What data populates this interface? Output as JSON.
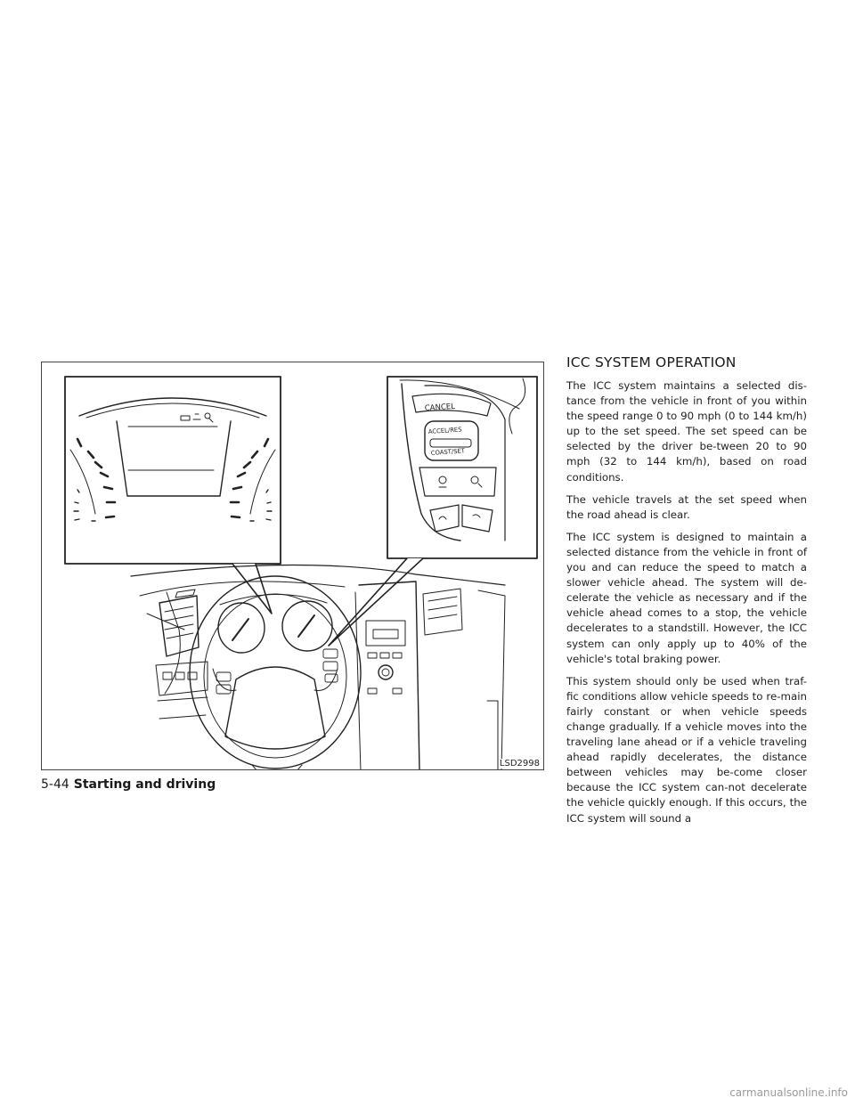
{
  "figure": {
    "code": "LSD2998",
    "buttons": {
      "cancel": "CANCEL",
      "accel_res": "ACCEL/RES",
      "coast_set": "COAST/SET"
    }
  },
  "section": {
    "title": "ICC SYSTEM OPERATION",
    "paragraphs": [
      "The ICC system maintains a selected dis-tance from the vehicle in front of you within the speed range 0 to 90 mph (0 to 144 km/h) up to the set speed. The set speed can be selected by the driver be-tween 20 to 90 mph (32 to 144 km/h), based on road conditions.",
      "The vehicle travels at the set speed when the road ahead is clear.",
      "The ICC system is designed to maintain a selected distance from the vehicle in front of you and can reduce the speed to match a slower vehicle ahead. The system will de-celerate the vehicle as necessary and if the vehicle ahead comes to a stop, the vehicle decelerates to a standstill. However, the ICC system can only apply up to 40% of the vehicle's total braking power.",
      "This system should only be used when traf-fic conditions allow vehicle speeds to re-main fairly constant or when vehicle speeds change gradually. If a vehicle moves into the traveling lane ahead or if a vehicle traveling ahead rapidly decelerates, the distance between vehicles may be-come closer because the ICC system can-not decelerate the vehicle quickly enough. If this occurs, the ICC system will sound a"
    ]
  },
  "footer": {
    "page_number": "5-44",
    "chapter": "Starting and driving"
  },
  "watermark": "carmanualsonline.info"
}
